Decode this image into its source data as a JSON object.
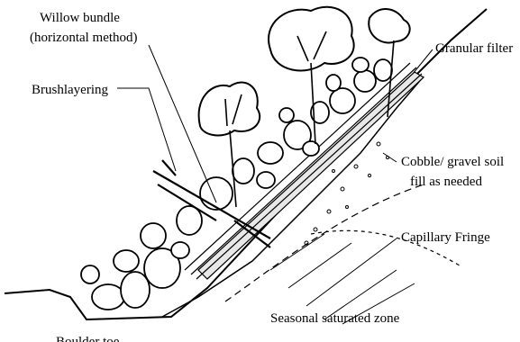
{
  "labels": {
    "willow_bundle": "Willow bundle",
    "horizontal_method": "(horizontal method)",
    "brushlayering": "Brushlayering",
    "granular_filter": "Granular filter",
    "cobble_gravel_line1": "Cobble/ gravel soil",
    "cobble_gravel_line2": "fill as needed",
    "capillary_fringe": "Capillary Fringe",
    "seasonal_saturated_zone": "Seasonal saturated zone",
    "boulder_toe_partial": "Boulder toe"
  },
  "colors": {
    "ink": "#000000",
    "background": "#ffffff"
  }
}
